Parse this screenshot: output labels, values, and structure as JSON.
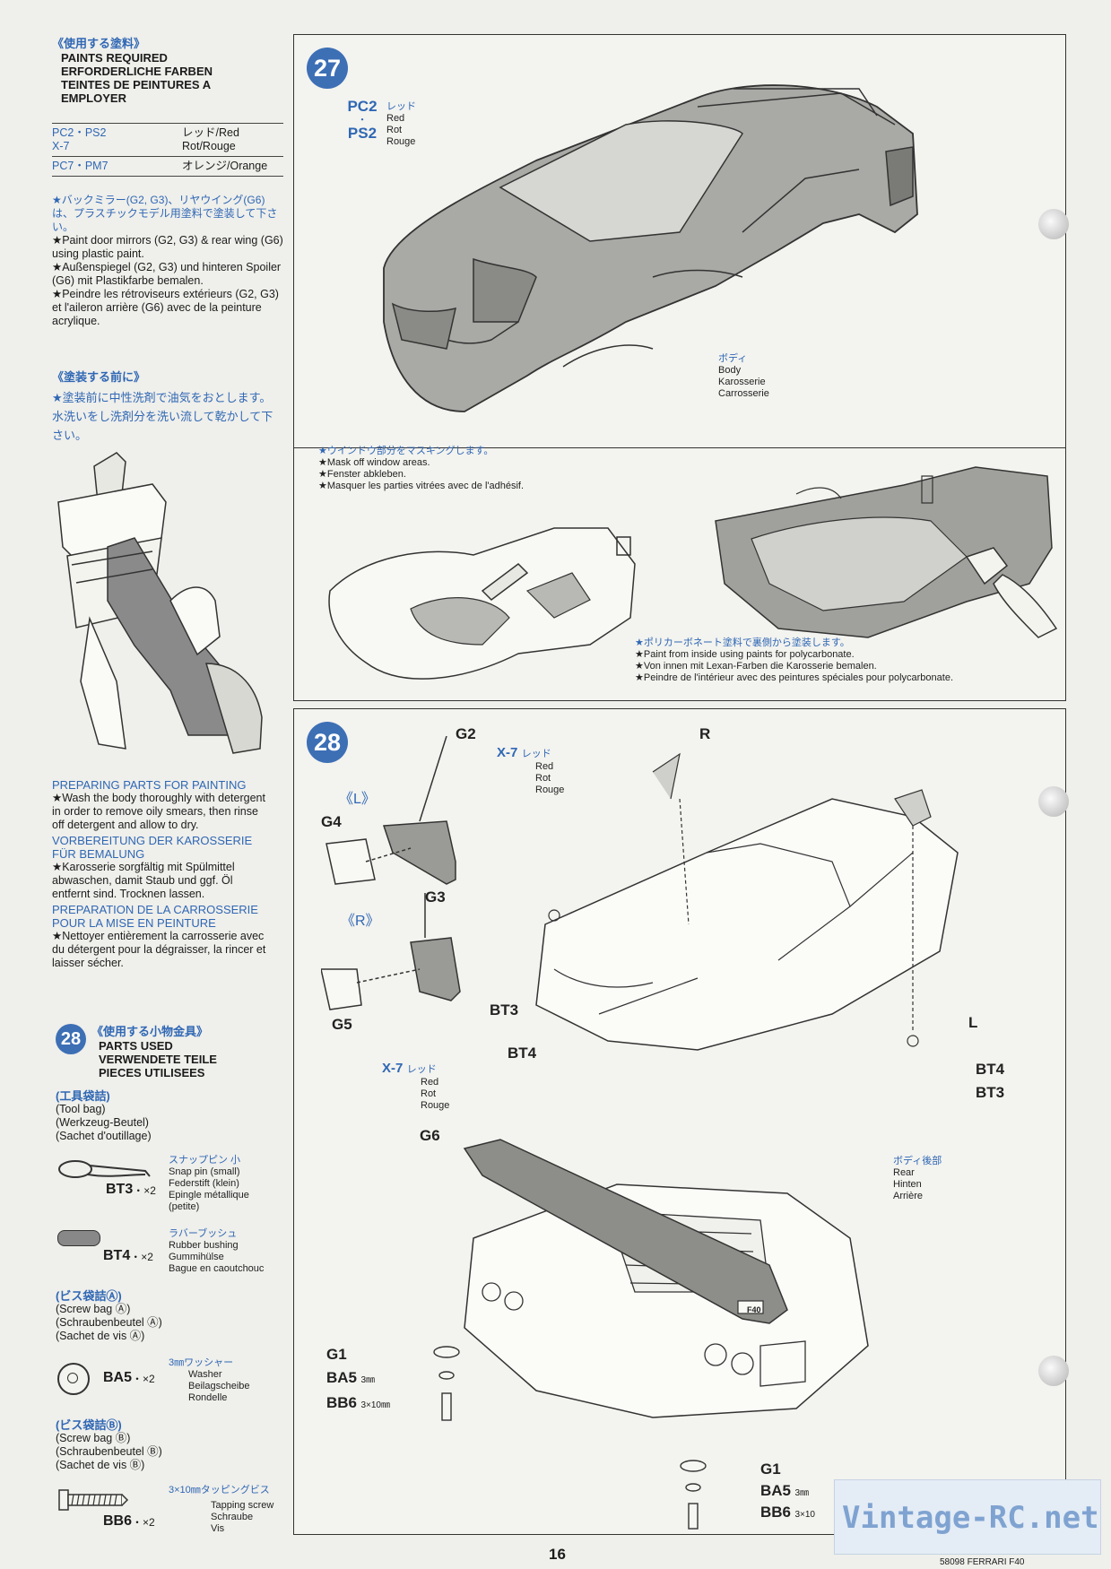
{
  "left": {
    "paints_header_jp": "《使用する塗料》",
    "paints_header": [
      "PAINTS REQUIRED",
      "ERFORDERLICHE FARBEN",
      "TEINTES DE PEINTURES A",
      "EMPLOYER"
    ],
    "paints": [
      {
        "code": "PC2・PS2",
        "code2": "X-7",
        "jp": "レッド/Red",
        "name": "Rot/Rouge"
      },
      {
        "code": "PC7・PM7",
        "jp": "オレンジ/Orange"
      }
    ],
    "mirror_note_jp": "★バックミラー(G2, G3)、リヤウイング(G6)は、プラスチックモデル用塗料で塗装して下さい。",
    "mirror_note": [
      "★Paint door mirrors (G2, G3) & rear wing (G6) using plastic paint.",
      "★Außenspiegel (G2, G3) und hinteren Spoiler (G6) mit Plastikfarbe bemalen.",
      "★Peindre les rétroviseurs extérieurs (G2, G3) et l'aileron arrière (G6) avec de la peinture acrylique."
    ],
    "before_paint_jp": "《塗装する前に》",
    "before_paint_body_jp": "★塗装前に中性洗剤で油気をおとします。水洗いをし洗剤分を洗い流して乾かして下さい。",
    "prep_en_title": "PREPARING PARTS FOR PAINTING",
    "prep_en": "★Wash the body thoroughly with detergent in order to remove oily smears, then rinse off detergent and allow to dry.",
    "prep_de_title": "VORBEREITUNG DER KAROSSERIE FÜR BEMALUNG",
    "prep_de": "★Karosserie sorgfältig mit Spülmittel abwaschen, damit Staub und ggf. Öl entfernt sind. Trocknen lassen.",
    "prep_fr_title": "PREPARATION DE LA CARROSSERIE POUR LA MISE EN PEINTURE",
    "prep_fr": "★Nettoyer entièrement la carrosserie avec du détergent pour la dégraisser, la rincer et laisser sécher.",
    "parts_step": "28",
    "parts_header_jp": "《使用する小物金具》",
    "parts_header": [
      "PARTS USED",
      "VERWENDETE TEILE",
      "PIECES UTILISEES"
    ],
    "toolbag_jp": "(工具袋詰)",
    "toolbag": [
      "(Tool bag)",
      "(Werkzeug-Beutel)",
      "(Sachet d'outillage)"
    ],
    "bt3": {
      "id": "BT3",
      "qty": "・×2",
      "jp": "スナップピン 小",
      "desc": [
        "Snap pin (small)",
        "Federstift (klein)",
        "Epingle métallique",
        "(petite)"
      ]
    },
    "bt4": {
      "id": "BT4",
      "qty": "・×2",
      "jp": "ラバーブッシュ",
      "desc": [
        "Rubber bushing",
        "Gummihülse",
        "Bague en caoutchouc"
      ]
    },
    "bag_a_jp": "(ビス袋詰Ⓐ)",
    "bag_a": [
      "(Screw bag Ⓐ)",
      "(Schraubenbeutel Ⓐ)",
      "(Sachet de vis Ⓐ)"
    ],
    "ba5": {
      "id": "BA5",
      "qty": "・×2",
      "jp": "3㎜ワッシャー",
      "desc": [
        "Washer",
        "Beilagscheibe",
        "Rondelle"
      ]
    },
    "bag_b_jp": "(ビス袋詰Ⓑ)",
    "bag_b": [
      "(Screw bag Ⓑ)",
      "(Schraubenbeutel Ⓑ)",
      "(Sachet de vis Ⓑ)"
    ],
    "bb6": {
      "id": "BB6",
      "qty": "・×2",
      "jp": "3×10㎜タッピングビス",
      "desc": [
        "Tapping screw",
        "Schraube",
        "Vis"
      ]
    }
  },
  "step27": {
    "number": "27",
    "paint_codes": [
      "PC2",
      "・",
      "PS2"
    ],
    "paint_jp": "レッド",
    "paint_names": [
      "Red",
      "Rot",
      "Rouge"
    ],
    "body_jp": "ボディ",
    "body_names": [
      "Body",
      "Karosserie",
      "Carrosserie"
    ],
    "mask_jp": "★ウインドウ部分をマスキングします。",
    "mask": [
      "★Mask off window areas.",
      "★Fenster abkleben.",
      "★Masquer les parties vitrées avec de l'adhésif."
    ],
    "poly_jp": "★ポリカーボネート塗料で裏側から塗装します。",
    "poly": [
      "★Paint from inside using paints for polycarbonate.",
      "★Von innen mit Lexan-Farben die Karosserie bemalen.",
      "★Peindre de l'intérieur avec des peintures spéciales pour polycarbonate."
    ]
  },
  "step28": {
    "number": "28",
    "labels": {
      "g2": "G2",
      "g3": "G3",
      "g4": "G4",
      "g5": "G5",
      "g6": "G6",
      "g1": "G1",
      "left": "《L》",
      "right": "《R》",
      "r": "R",
      "l": "L",
      "bt3": "BT3",
      "bt4": "BT4",
      "ba5": "BA5",
      "bb6": "BB6",
      "size3": "3㎜",
      "size310": "3×10㎜",
      "size310b": "3×10"
    },
    "x7_code": "X-7",
    "x7_jp": "レッド",
    "x7_names": [
      "Red",
      "Rot",
      "Rouge"
    ],
    "rear_jp": "ボディ後部",
    "rear_names": [
      "Rear",
      "Hinten",
      "Arrière"
    ]
  },
  "footer": {
    "page": "16",
    "model": "58098 FERRARI F40",
    "watermark": "Vintage-RC.net"
  },
  "colors": {
    "accent_blue": "#2f67b4",
    "step_circle": "#3d6fb5"
  }
}
